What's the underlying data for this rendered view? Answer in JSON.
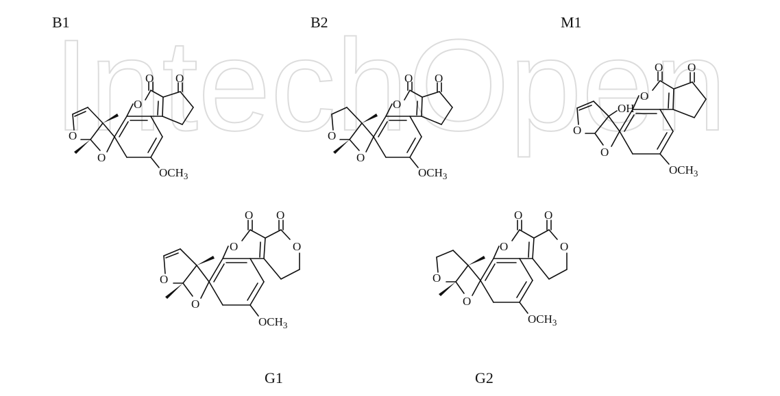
{
  "labels": {
    "b1": "B1",
    "b2": "B2",
    "m1": "M1",
    "g1": "G1",
    "g2": "G2"
  },
  "atoms": {
    "oxygen": "O",
    "methoxy": "OCH",
    "methoxy_subscript": "3",
    "hydroxyl": "OH"
  },
  "watermark": {
    "text": "IntechOpen",
    "color": "#d9d9d9"
  }
}
